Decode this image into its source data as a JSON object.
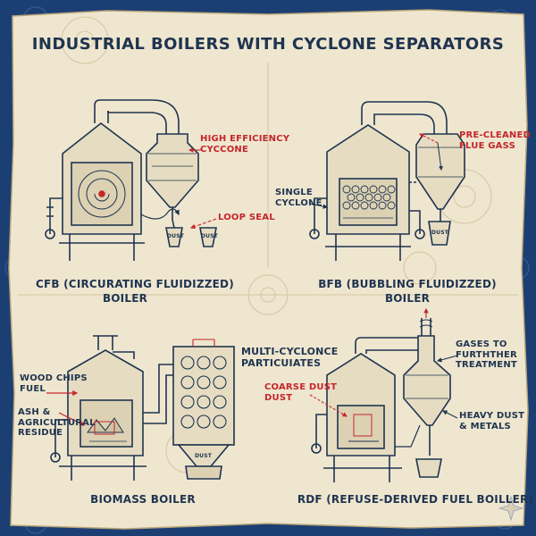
{
  "title": "INDUSTRIAL BOILERS WITH CYCLONE SEPARATORS",
  "panels": {
    "cfb": {
      "caption_line1": "CFB (CIRCURATING FLUIDIZZED)",
      "caption_line2": "BOILER",
      "label_cyclone": "HIGH EFFICIENCY\nCYCCONE",
      "label_seal": "LOOP SEAL",
      "dust_1": "DUST",
      "dust_2": "DUST"
    },
    "bfb": {
      "caption_line1": "BFB (BUBBLING FLUIDIZZED)",
      "caption_line2": "BOILER",
      "label_single": "SINGLE\nCYCLONE",
      "label_flue": "PRE-CLEANED\nFLUE GASS",
      "dust": "DUST"
    },
    "biomass": {
      "caption": "BIOMASS BOILER",
      "label_wood": "WOOD CHIPS\nFUEL",
      "label_ash": "ASH &\nAGRICULTURAL\nRESIDUE",
      "label_multi": "MULTI-CYCLONCE\nPARTICUIATES",
      "dust": "DUST"
    },
    "rdf": {
      "caption": "RDF (REFUSE-DERIVED FUEL BOILLER)",
      "label_coarse": "COARSE DUST\nDUST",
      "label_gases": "GASES TO\nFURTHTHER\nTREATMENT",
      "label_heavy": "HEAVY DUST\n& METALS"
    }
  },
  "colors": {
    "paper": "#efe6cf",
    "ink": "#1e3450",
    "accent_red": "#c4262b",
    "frame_blue": "#1c3f73"
  }
}
